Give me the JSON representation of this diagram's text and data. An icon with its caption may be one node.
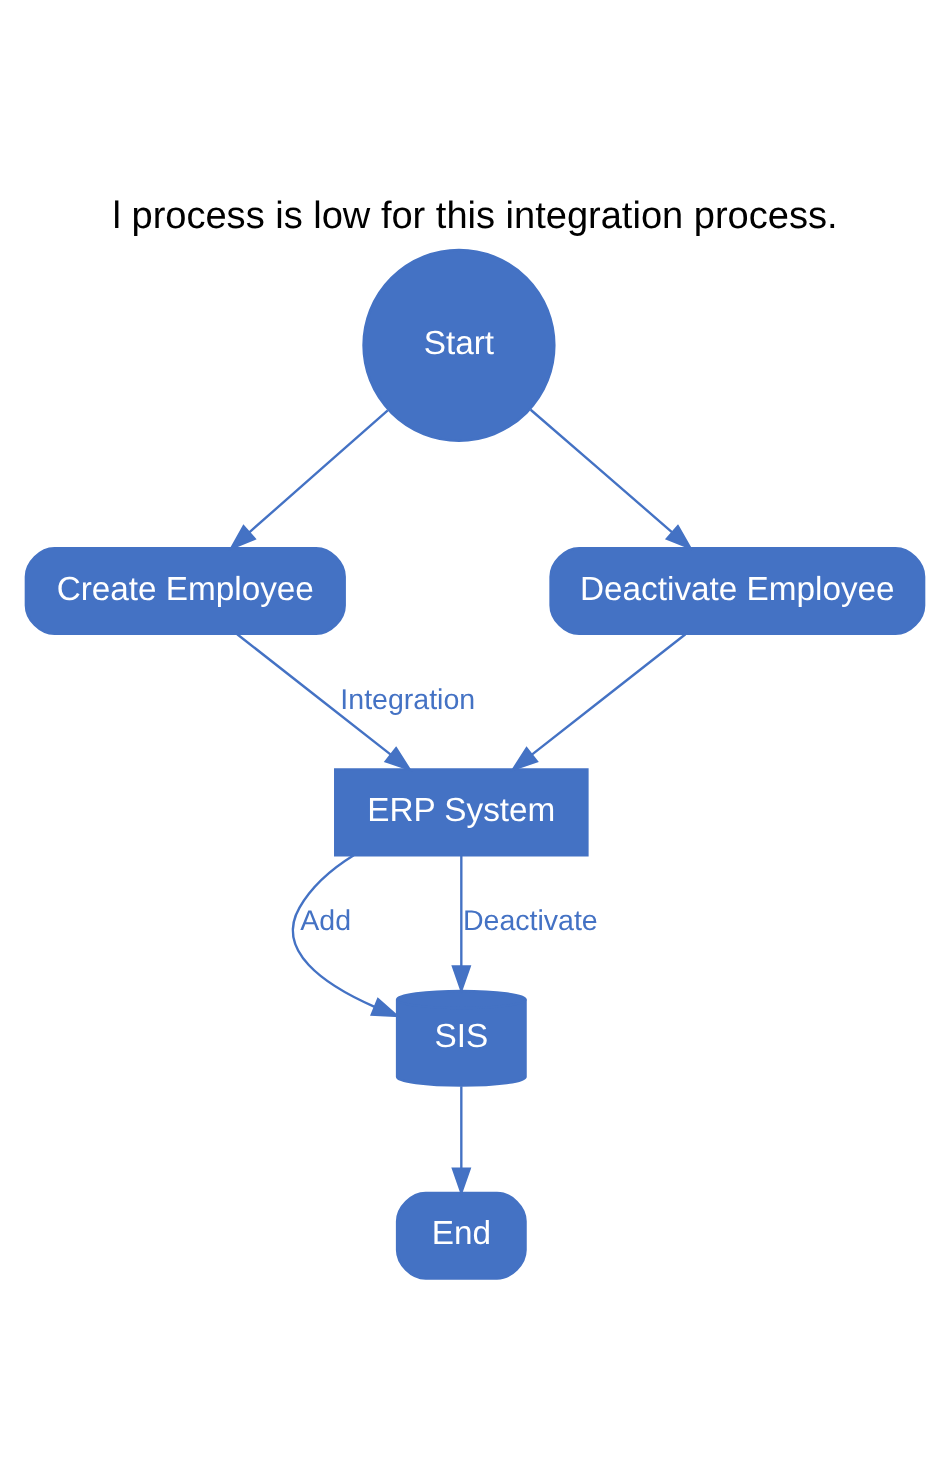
{
  "diagram": {
    "title": "l process is low for this integration process.",
    "nodes": [
      {
        "text": [
          "Start"
        ]
      },
      {
        "text": [
          "Create Employee"
        ]
      },
      {
        "text": [
          "Deactivate Employee"
        ]
      },
      {
        "text": [
          "ERP System"
        ]
      },
      {
        "text": [
          "SIS"
        ]
      },
      {
        "text": [
          "End"
        ]
      }
    ],
    "edges": [
      {
        "from": 0,
        "to": 1,
        "arrow": "to"
      },
      {
        "from": 0,
        "to": 2,
        "arrow": "to"
      },
      {
        "from": 1,
        "to": 3,
        "arrow": "to",
        "label": "Integration"
      },
      {
        "from": 2,
        "to": 3,
        "arrow": "to"
      },
      {
        "from": 3,
        "to": 4,
        "arrow": "to",
        "label": "Add"
      },
      {
        "from": 3,
        "to": 4,
        "arrow": "to",
        "label": "Deactivate"
      },
      {
        "from": 4,
        "to": 5,
        "arrow": "to"
      }
    ]
  }
}
